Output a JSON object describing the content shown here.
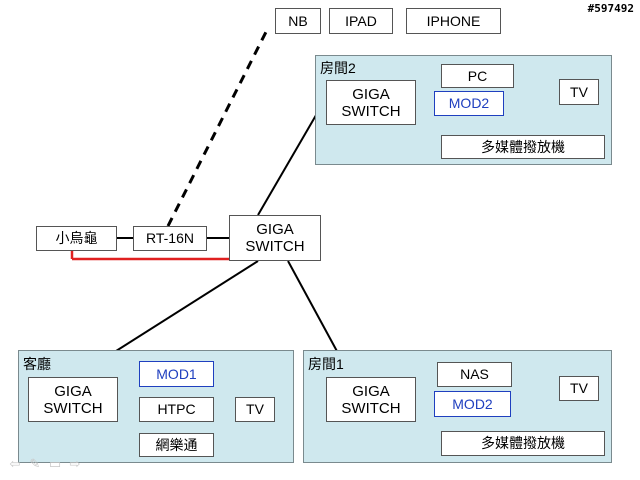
{
  "watermark": "#597492",
  "top_devices": {
    "nb": "NB",
    "ipad": "IPAD",
    "iphone": "IPHONE"
  },
  "rooms": {
    "room2": {
      "label": "房間2",
      "switch": "GIGA\nSWITCH",
      "pc": "PC",
      "mod": "MOD2",
      "tv": "TV",
      "media": "多媒體撥放機"
    },
    "living": {
      "label": "客廳",
      "switch": "GIGA\nSWITCH",
      "mod": "MOD1",
      "htpc": "HTPC",
      "tv": "TV",
      "netflix": "網樂通"
    },
    "room1": {
      "label": "房間1",
      "switch": "GIGA\nSWITCH",
      "nas": "NAS",
      "mod": "MOD2",
      "tv": "TV",
      "media": "多媒體撥放機"
    }
  },
  "core": {
    "modem": "小烏龜",
    "router": "RT-16N",
    "switch": "GIGA\nSWITCH"
  },
  "colors": {
    "room_fill": "#cfe8ee",
    "mod_text": "#1f3fbf",
    "link_red": "#e02020",
    "line": "#000000"
  },
  "nav_icons": [
    "arrow-left-icon",
    "pencil-icon",
    "square-icon",
    "arrow-right-icon"
  ]
}
